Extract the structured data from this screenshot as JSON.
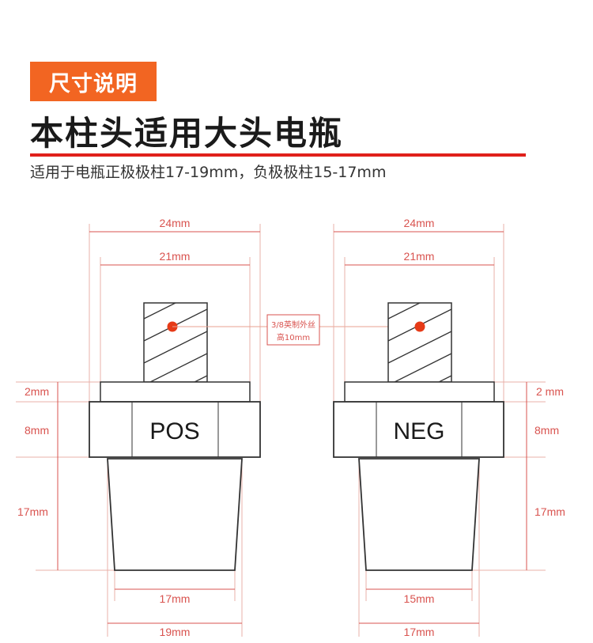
{
  "header": {
    "badge": "尺寸说明",
    "title": "本柱头适用大头电瓶",
    "subtitle": "适用于电瓶正极极柱17-19mm，负极极柱15-17mm"
  },
  "colors": {
    "accent": "#f26522",
    "rule": "#e0201b",
    "dimension": "#d9534f",
    "thread_dot": "#e63a17",
    "outline": "#333333"
  },
  "thread_note": {
    "line1": "3/8英制外丝",
    "line2": "高10mm"
  },
  "posts": [
    {
      "label": "POS",
      "width_top": "24mm",
      "width_inner": "21mm",
      "height_flange": "2mm",
      "height_body": "8mm",
      "height_taper": "17mm",
      "width_bottom": "17mm",
      "width_base": "19mm"
    },
    {
      "label": "NEG",
      "width_top": "24mm",
      "width_inner": "21mm",
      "height_flange": "2 mm",
      "height_body": "8mm",
      "height_taper": "17mm",
      "width_bottom": "15mm",
      "width_base": "17mm"
    }
  ]
}
